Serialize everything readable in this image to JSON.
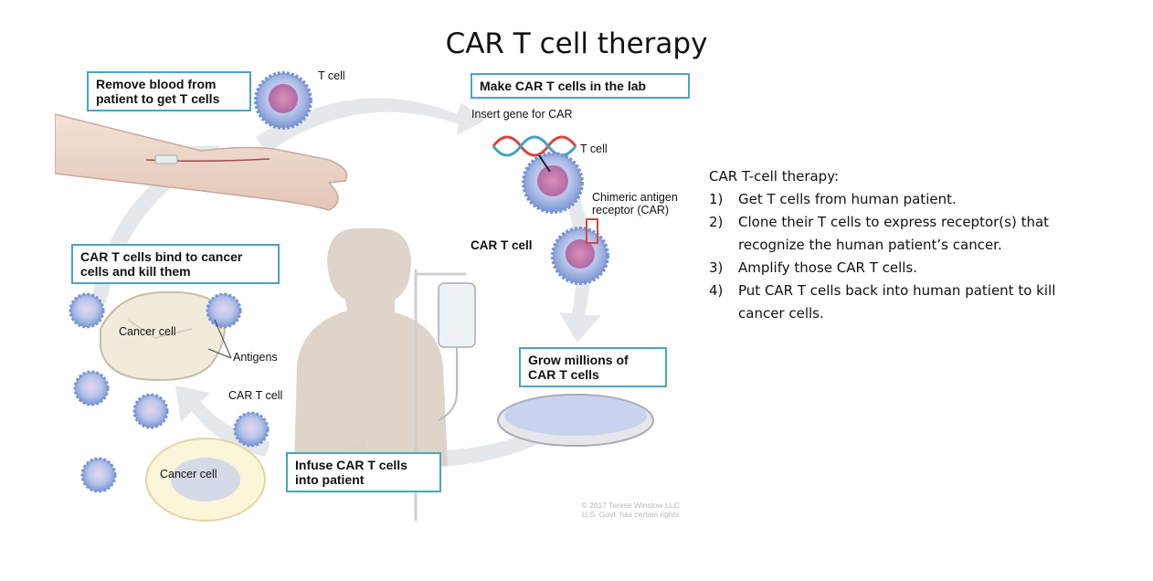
{
  "title": "CAR T cell therapy",
  "steps": {
    "remove_blood": "Remove blood from patient to get T cells",
    "make_car": "Make CAR T cells in the lab",
    "grow": "Grow millions of CAR T cells",
    "infuse": "Infuse CAR T cells into patient",
    "bind": "CAR T cells bind to cancer cells and kill them"
  },
  "labels": {
    "t_cell_1": "T cell",
    "insert_gene": "Insert gene for CAR",
    "t_cell_2": "T cell",
    "chimeric_1": "Chimeric antigen",
    "chimeric_2": "receptor (CAR)",
    "car_t_cell_bold": "CAR T cell",
    "cancer_cell_1": "Cancer cell",
    "antigens": "Antigens",
    "car_t_cell": "CAR T cell",
    "cancer_cell_2": "Cancer cell"
  },
  "credit": {
    "line1": "© 2017 Terese Winslow LLC",
    "line2": "U.S. Govt. has certain rights"
  },
  "summary": {
    "heading": "CAR T-cell therapy:",
    "items": [
      {
        "num": "1)",
        "text": "Get T cells from human patient."
      },
      {
        "num": "2)",
        "text": "Clone their T cells to express receptor(s) that recognize the human patient’s cancer."
      },
      {
        "num": "3)",
        "text": "Amplify those CAR T cells."
      },
      {
        "num": "4)",
        "text": "Put CAR T cells back into human patient to kill cancer cells."
      }
    ]
  }
}
